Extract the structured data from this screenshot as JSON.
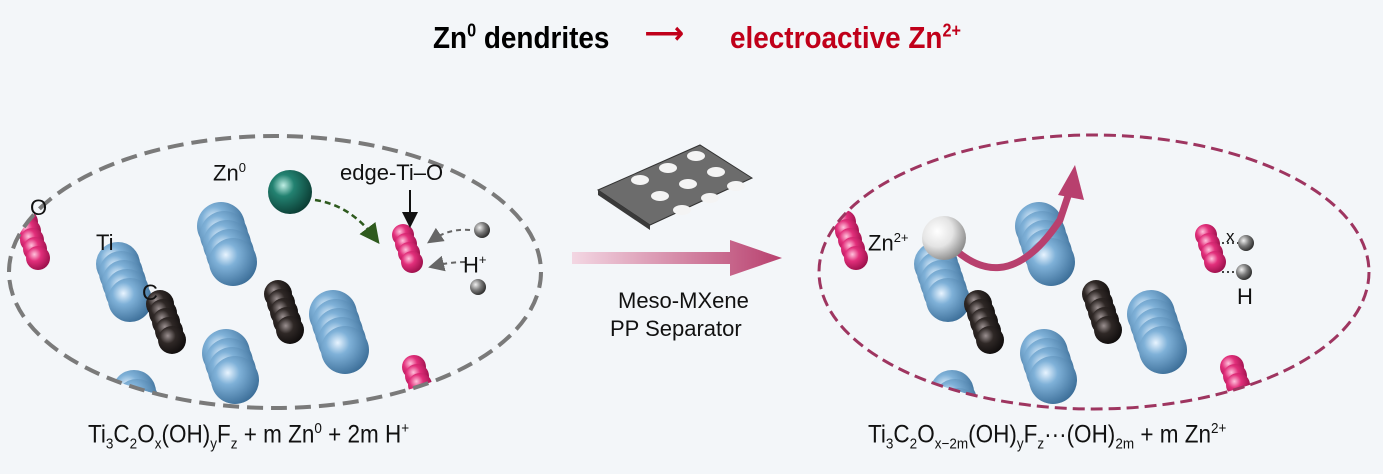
{
  "title": {
    "left_base": "Zn",
    "left_sup": "0",
    "left_rest": " dendrites",
    "arrow": "⟶",
    "right_text": "electroactive Zn",
    "right_sup": "2+",
    "left_color": "#000000",
    "right_color": "#c0001a"
  },
  "left_panel": {
    "labels": {
      "o": "O",
      "ti": "Ti",
      "c": "C",
      "zn_base": "Zn",
      "zn_sup": "0",
      "edge": "edge-Ti–O",
      "h_base": "H",
      "h_sup": "+"
    },
    "equation": [
      "Ti",
      {
        "sub": "3"
      },
      "C",
      {
        "sub": "2"
      },
      "O",
      {
        "sub": "x"
      },
      "(OH)",
      {
        "sub": "y"
      },
      "F",
      {
        "sub": "z"
      },
      " + m Zn",
      {
        "sup": "0"
      },
      " + 2m H",
      {
        "sup": "+"
      }
    ]
  },
  "middle": {
    "line1": "Meso-MXene",
    "line2": "PP Separator",
    "arrow_color": "#b8406e"
  },
  "right_panel": {
    "labels": {
      "zn_base": "Zn",
      "zn_sup": "2+",
      "x": "x",
      "h": "H"
    },
    "equation": [
      "Ti",
      {
        "sub": "3"
      },
      "C",
      {
        "sub": "2"
      },
      "O",
      {
        "sub": "x−2m"
      },
      "(OH)",
      {
        "sub": "y"
      },
      "F",
      {
        "sub": "z"
      },
      "···(OH)",
      {
        "sub": "2m"
      },
      " + m Zn",
      {
        "sup": "2+"
      }
    ]
  },
  "colors": {
    "ti": "#6f9fc6",
    "c": "#2b2523",
    "o": "#d4266f",
    "zn0": "#1f6a5e",
    "zn2": "#e8e8e8"
  }
}
